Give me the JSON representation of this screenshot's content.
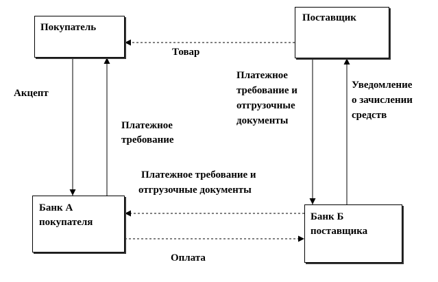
{
  "nodes": {
    "buyer": {
      "label": "Покупатель"
    },
    "supplier": {
      "label": "Поставщик"
    },
    "bank_a": {
      "line1": "Банк А",
      "line2": "покупателя"
    },
    "bank_b": {
      "line1": "Банк Б",
      "line2": "поставщика"
    }
  },
  "edges": {
    "goods": {
      "label": "Товар"
    },
    "acceptance": {
      "label": "Акцепт"
    },
    "payment_request": {
      "line1": "Платежное",
      "line2": "требование"
    },
    "request_and_docs_down": {
      "line1": "Платежное",
      "line2": "требование и",
      "line3": "отгрузочные",
      "line4": "документы"
    },
    "credit_notice": {
      "line1": "Уведомление",
      "line2": "о зачислении",
      "line3": "средств"
    },
    "request_and_docs_across": {
      "line1": "Платежное требование и",
      "line2": "отгрузочные документы"
    },
    "payment": {
      "label": "Оплата"
    }
  },
  "colors": {
    "line": "#000000",
    "background": "#ffffff"
  }
}
